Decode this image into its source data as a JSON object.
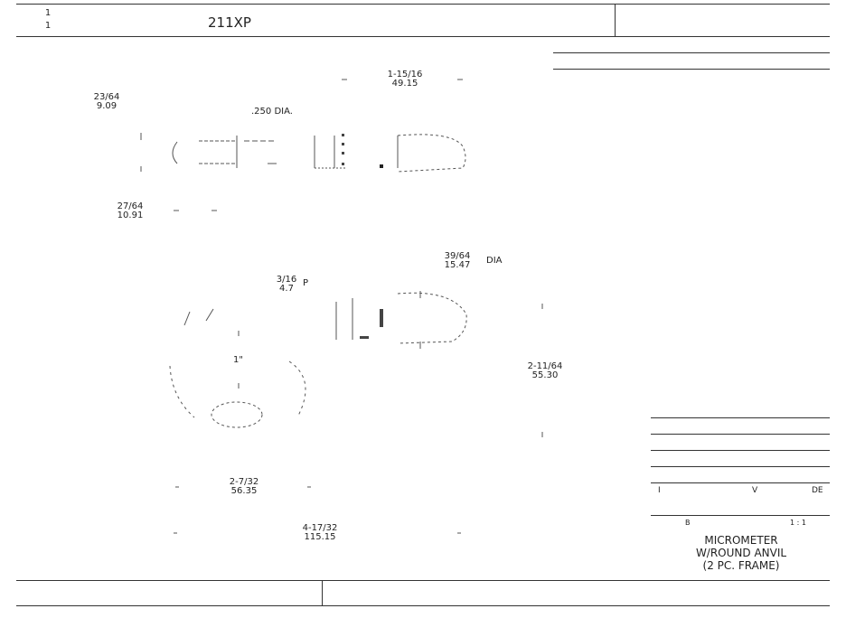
{
  "header": {
    "sheet_num_top": "1",
    "sheet_num_bottom": "1",
    "part_number": "211XP"
  },
  "dims": {
    "overall_length": {
      "frac": "1-15/16",
      "mm": "49.15"
    },
    "left_offset": {
      "frac": "23/64",
      "mm": "9.09"
    },
    "pin_dia": ".250 DIA.",
    "lower_offset": {
      "frac": "27/64",
      "mm": "10.91"
    },
    "thimble_dia": {
      "frac": "39/64",
      "mm": "15.47",
      "suffix": "DIA"
    },
    "pitch": {
      "frac": "3/16",
      "mm": "4.7",
      "suffix": "P"
    },
    "frame_height": {
      "frac": "2-11/64",
      "mm": "55.30"
    },
    "throat": {
      "frac": "2-7/32",
      "mm": "56.35"
    },
    "total": {
      "frac": "4-17/32",
      "mm": "115.15"
    },
    "hub_label": "1\""
  },
  "title_block": {
    "row_left": "I",
    "row_mid": "V",
    "row_right": "DE",
    "small_left": "B",
    "small_right": "1 : 1",
    "description_line1": "MICROMETER",
    "description_line2": "W/ROUND ANVIL",
    "description_line3": "(2 PC. FRAME)"
  }
}
